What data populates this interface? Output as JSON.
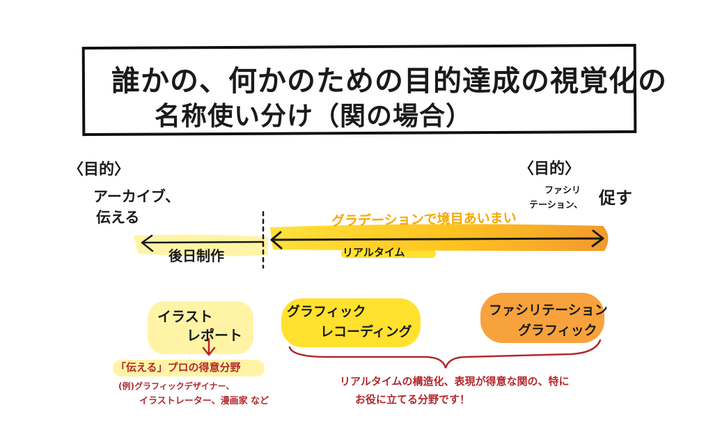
{
  "title": {
    "line1": "誰かの、何かのための目的達成の視覚化の",
    "line2": "名称使い分け（関の場合）"
  },
  "purpose_left": {
    "label": "〈目的〉",
    "line1": "アーカイブ、",
    "line2": "伝える"
  },
  "purpose_right": {
    "label": "〈目的〉",
    "line1": "ファシリ",
    "line2": "テーション、",
    "line3": "促す"
  },
  "axis": {
    "gradation_label": "グラデーションで境目あいまい",
    "realtime_label": "リアルタイム",
    "afterwork_label": "後日制作"
  },
  "types": {
    "illust_report": {
      "line1": "イラスト",
      "line2": "レポート"
    },
    "graphic_recording": {
      "line1": "グラフィック",
      "line2": "レコーディング"
    },
    "facilitation_graphic": {
      "line1": "ファシリテーション",
      "line2": "グラフィック"
    }
  },
  "notes": {
    "pro_label": "「伝える」プロの得意分野",
    "example_line1": "(例)グラフィックデザイナー、",
    "example_line2": "イラストレーター、漫画家 など",
    "realtime_line1": "リアルタイムの構造化、表現が得意な関の、特に",
    "realtime_line2": "お役に立てる分野です！"
  },
  "colors": {
    "ink": "#1a1a1a",
    "yellow": "#ffe12e",
    "pale_yellow": "#fff4a6",
    "orange": "#f7a23c",
    "red": "#b3282d"
  }
}
